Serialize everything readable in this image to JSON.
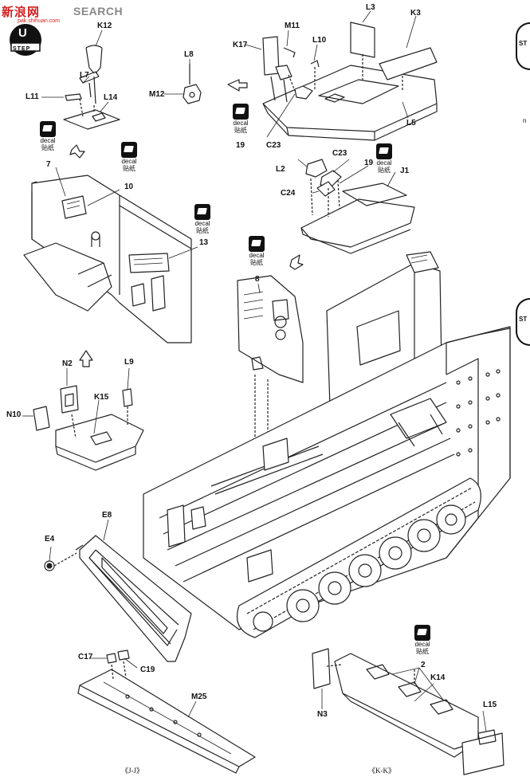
{
  "watermark": {
    "logo": "新浪网",
    "search": "SEARCH",
    "url": "pak.shihuan.com"
  },
  "step": {
    "label": "STEP",
    "number": "U"
  },
  "decal": {
    "en": "decal",
    "zh": "贴纸"
  },
  "right_margin": {
    "tab_a": "ST",
    "tab_b": "ST",
    "note": "n"
  },
  "parts": {
    "k12": "K12",
    "l7": "L7",
    "l11": "L11",
    "l14": "L14",
    "l8": "L8",
    "m12": "M12",
    "k17": "K17",
    "m11": "M11",
    "l10": "L10",
    "l3": "L3",
    "k3": "K3",
    "l5": "L5",
    "n19a": "19",
    "c23a": "C23",
    "l2": "L2",
    "c23b": "C23",
    "n19b": "19",
    "c24": "C24",
    "j1": "J1",
    "n7": "7",
    "n10": "10",
    "n13": "13",
    "n8": "8",
    "n2": "N2",
    "l9": "L9",
    "n10b": "N10",
    "k15": "K15",
    "e8": "E8",
    "e4": "E4",
    "c17": "C17",
    "c19": "C19",
    "m25": "M25",
    "n2b": "2",
    "k14": "K14",
    "n3": "N3",
    "l15": "L15"
  },
  "sections": {
    "jj": "《J-J》",
    "kk": "《K-K》"
  }
}
